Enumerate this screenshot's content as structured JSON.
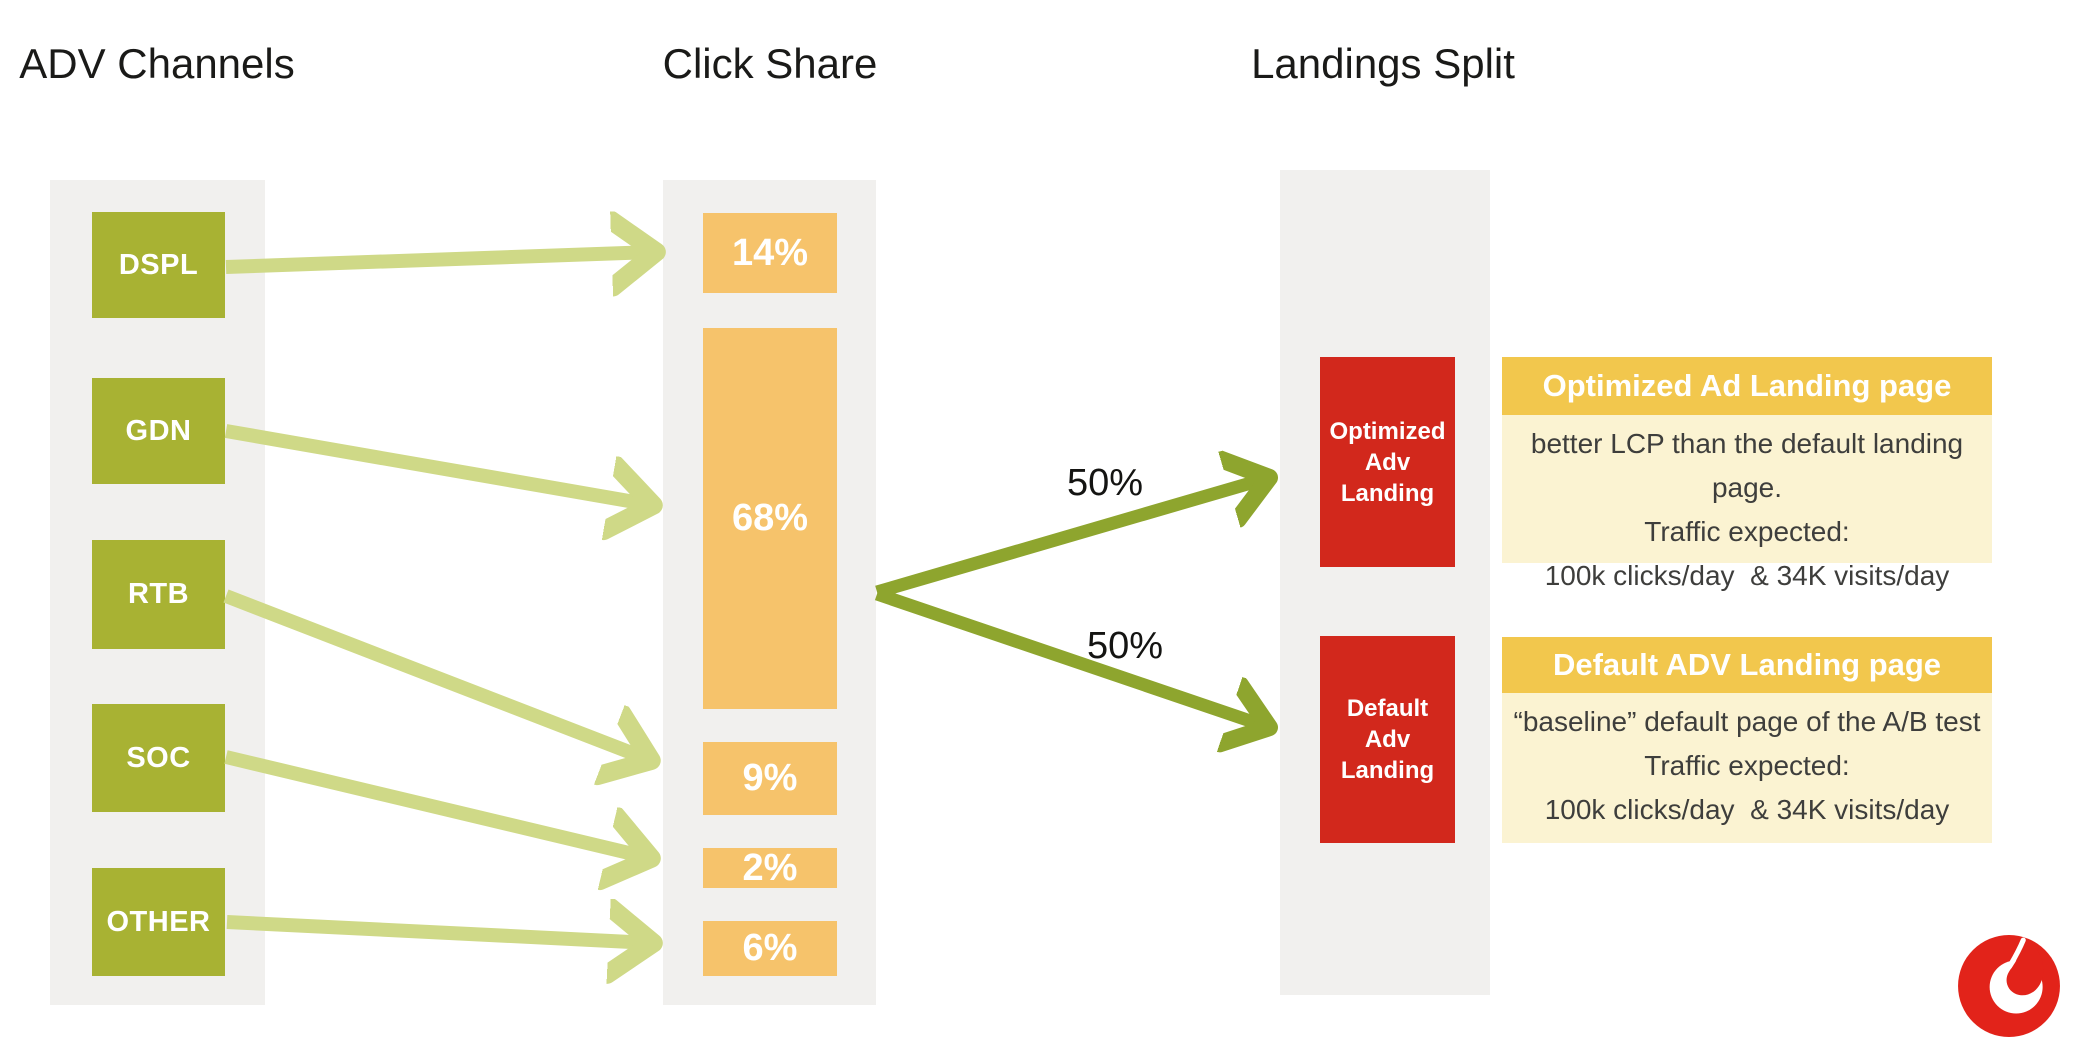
{
  "columns": {
    "adv_channels": {
      "title": "ADV Channels",
      "items": [
        "DSPL",
        "GDN",
        "RTB",
        "SOC",
        "OTHER"
      ]
    },
    "click_share": {
      "title": "Click Share",
      "items": [
        "14%",
        "68%",
        "9%",
        "2%",
        "6%"
      ]
    },
    "landings_split": {
      "title": "Landings Split",
      "items": [
        "Optimized Adv Landing",
        "Default Adv Landing"
      ]
    }
  },
  "flows": {
    "channel_to_share": [
      {
        "from": "DSPL",
        "to": "14%"
      },
      {
        "from": "GDN",
        "to": "68%"
      },
      {
        "from": "RTB",
        "to": "9%"
      },
      {
        "from": "SOC",
        "to": "2%"
      },
      {
        "from": "OTHER",
        "to": "6%"
      }
    ],
    "share_to_landing": [
      {
        "from": "68%",
        "to": "Optimized Adv Landing",
        "label": "50%"
      },
      {
        "from": "68%",
        "to": "Default Adv Landing",
        "label": "50%"
      }
    ]
  },
  "cards": [
    {
      "title": "Optimized Ad Landing page",
      "lines": [
        "better LCP than the default landing page.",
        "Traffic expected:",
        "100k clicks/day  & 34K visits/day"
      ]
    },
    {
      "title": "Default ADV Landing page",
      "lines": [
        "“baseline” default page of the A/B test",
        "Traffic expected:",
        "100k clicks/day  & 34K visits/day"
      ]
    }
  ],
  "logo": {
    "name": "vodafone-logo"
  },
  "colors": {
    "column_bg": "#f1f0ee",
    "channel_box": "#a8b233",
    "share_box": "#f6c36b",
    "landing_box": "#d2281c",
    "arrow_light": "#cfd987",
    "arrow_dark": "#8ea52e",
    "card_header_bg": "#f2c74d",
    "card_body_bg": "#fbf3d2",
    "logo_red": "#e2231a"
  }
}
